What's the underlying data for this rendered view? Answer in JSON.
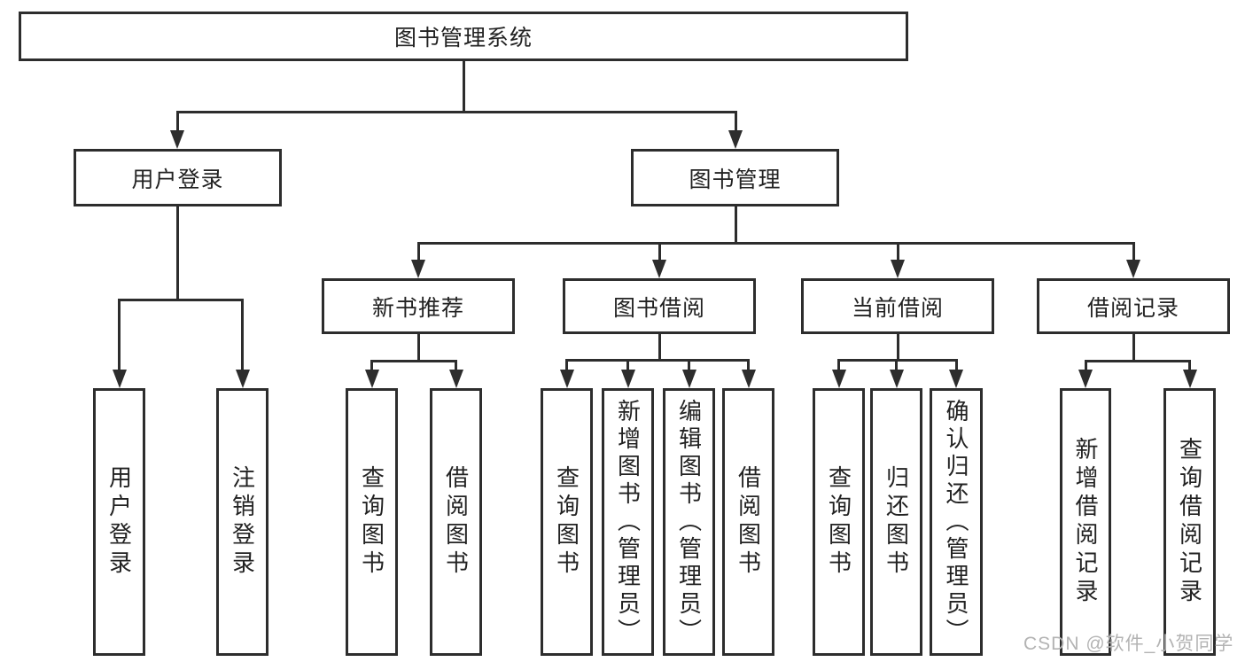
{
  "colors": {
    "line": "#2d2d2d",
    "text": "#222222",
    "background": "#ffffff",
    "watermark": "#b3b3b3"
  },
  "tree": {
    "root": "图书管理系统",
    "user_login": {
      "label": "用户登录",
      "leaves": [
        "用户登录",
        "注销登录"
      ]
    },
    "book_management": {
      "label": "图书管理",
      "sections": {
        "new_books": {
          "label": "新书推荐",
          "leaves": [
            "查询图书",
            "借阅图书"
          ]
        },
        "book_borrowing": {
          "label": "图书借阅",
          "leaves": [
            "查询图书",
            "新增图书（管理员）",
            "编辑图书（管理员）",
            "借阅图书"
          ]
        },
        "current_borrowing": {
          "label": "当前借阅",
          "leaves": [
            "查询图书",
            "归还图书",
            "确认归还（管理员）"
          ]
        },
        "borrow_records": {
          "label": "借阅记录",
          "leaves": [
            "新增借阅记录",
            "查询借阅记录"
          ]
        }
      }
    }
  },
  "watermark": {
    "text": "CSDN @软件_小贺同学"
  }
}
